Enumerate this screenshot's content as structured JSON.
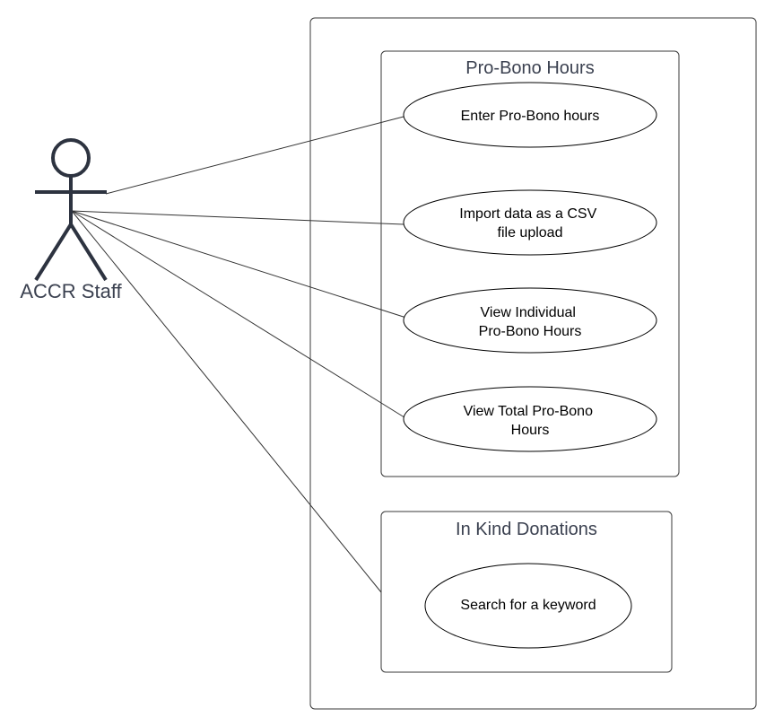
{
  "actor": {
    "label": "ACCR Staff"
  },
  "packages": {
    "pro_bono": {
      "title": "Pro-Bono Hours",
      "use_cases": [
        {
          "lines": [
            "Enter Pro-Bono hours"
          ]
        },
        {
          "lines": [
            "Import data as a CSV",
            "file upload"
          ]
        },
        {
          "lines": [
            "View Individual",
            "Pro-Bono Hours"
          ]
        },
        {
          "lines": [
            "View Total Pro-Bono",
            "Hours"
          ]
        }
      ]
    },
    "in_kind": {
      "title": "In Kind Donations",
      "use_cases": [
        {
          "lines": [
            "Search for a keyword"
          ]
        }
      ]
    }
  }
}
